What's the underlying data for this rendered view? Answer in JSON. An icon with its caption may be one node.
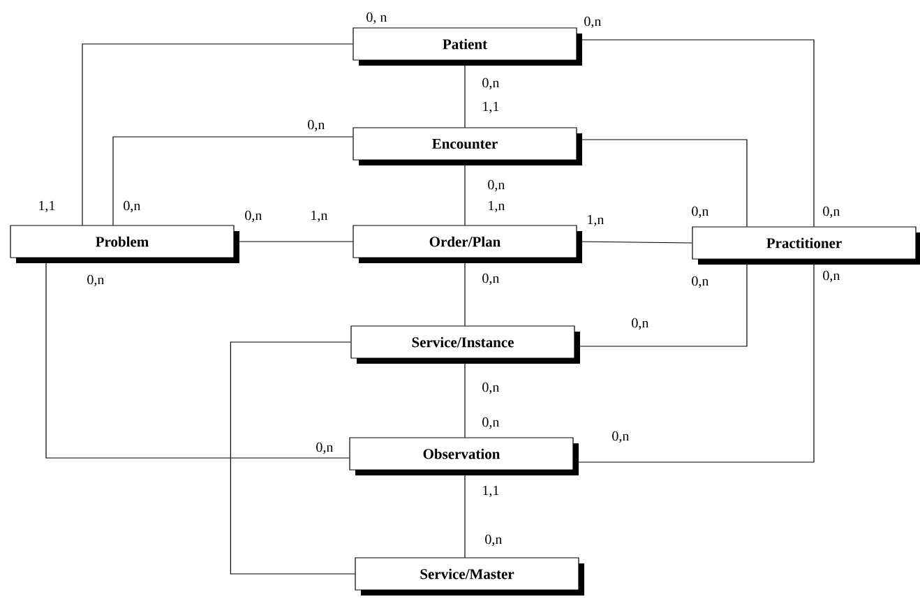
{
  "diagram": {
    "nodes": [
      {
        "text": [
          "Patient"
        ]
      },
      {
        "text": [
          "Encounter"
        ]
      },
      {
        "text": [
          "Problem"
        ]
      },
      {
        "text": [
          "Order/Plan"
        ]
      },
      {
        "text": [
          "Practitioner"
        ]
      },
      {
        "text": [
          "Service/Instance"
        ]
      },
      {
        "text": [
          "Observation"
        ]
      },
      {
        "text": [
          "Service/Master"
        ]
      }
    ],
    "edges": [
      {
        "from": 0,
        "to": 2,
        "arrow": "none"
      },
      {
        "from": 0,
        "to": 1,
        "arrow": "none"
      },
      {
        "from": 0,
        "to": 4,
        "arrow": "none"
      },
      {
        "from": 1,
        "to": 2,
        "arrow": "none"
      },
      {
        "from": 1,
        "to": 3,
        "arrow": "none"
      },
      {
        "from": 1,
        "to": 4,
        "arrow": "none"
      },
      {
        "from": 2,
        "to": 3,
        "arrow": "none"
      },
      {
        "from": 3,
        "to": 4,
        "arrow": "none"
      },
      {
        "from": 3,
        "to": 5,
        "arrow": "none"
      },
      {
        "from": 4,
        "to": 5,
        "arrow": "none"
      },
      {
        "from": 2,
        "to": 6,
        "arrow": "none"
      },
      {
        "from": 5,
        "to": 6,
        "arrow": "none"
      },
      {
        "from": 4,
        "to": 6,
        "arrow": "none"
      },
      {
        "from": 6,
        "to": 7,
        "arrow": "none"
      },
      {
        "from": 5,
        "to": 7,
        "arrow": "none"
      }
    ],
    "labels": [
      "0, n",
      "0,n",
      "0,n",
      "1,1",
      "0,n",
      "0,n",
      "1,1",
      "0,n",
      "1,n",
      "0,n",
      "1,n",
      "1,n",
      "0,n",
      "0,n",
      "0,n",
      "0,n",
      "0,n",
      "0,n",
      "0,n",
      "0,n",
      "0,n",
      "0,n",
      "0,n",
      "1,1",
      "0,n"
    ]
  }
}
